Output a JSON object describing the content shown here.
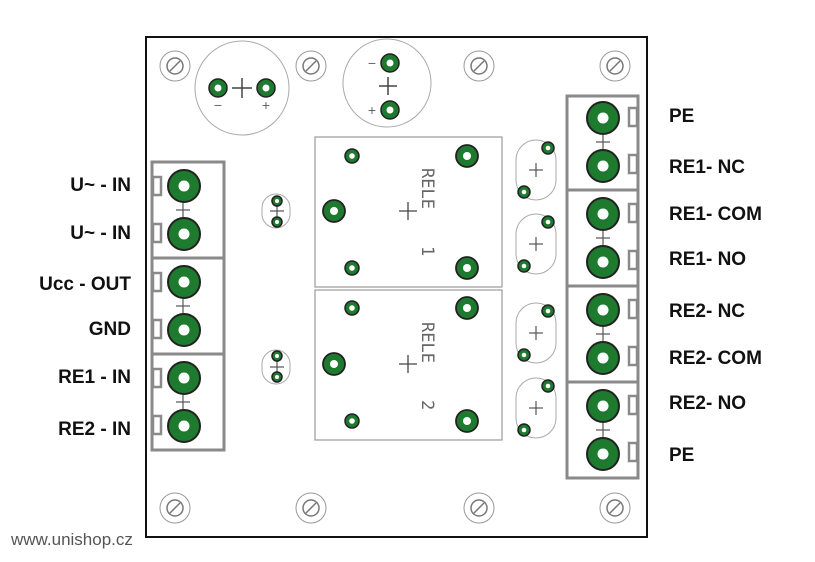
{
  "left_labels": [
    "U~ - IN",
    "U~ - IN",
    "Ucc - OUT",
    "GND",
    "RE1 - IN",
    "RE2 - IN"
  ],
  "right_labels": [
    "PE",
    "RE1- NC",
    "RE1- COM",
    "RE1- NO",
    "RE2- NC",
    "RE2- COM",
    "RE2- NO",
    "PE"
  ],
  "relays": [
    {
      "name": "RELE",
      "number": "1"
    },
    {
      "name": "RELE",
      "number": "2"
    }
  ],
  "capacitor_marks": {
    "minus": "−",
    "plus": "+"
  },
  "website": "www.unishop.cz",
  "colors": {
    "pad_green": "#1e7a2e",
    "pad_outline": "#222222",
    "terminal_gray": "#8a8a8a",
    "outline_gray": "#9a9a9a",
    "board_border": "#111111"
  }
}
